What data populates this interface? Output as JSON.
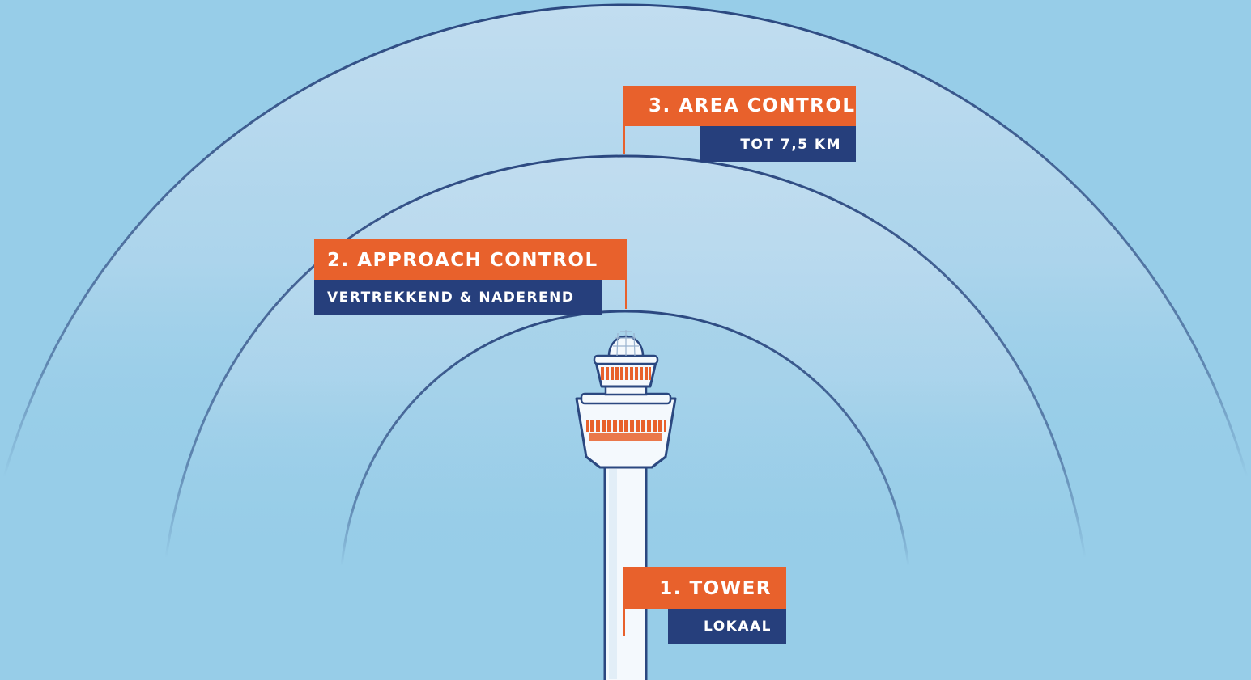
{
  "zones": {
    "area": {
      "title": "3. AREA CONTROL",
      "subtitle": "TOT 7,5 KM"
    },
    "approach": {
      "title": "2. APPROACH CONTROL",
      "subtitle": "VERTREKKEND & NADEREND"
    },
    "tower": {
      "title": "1. TOWER",
      "subtitle": "LOKAAL"
    }
  },
  "colors": {
    "background": "#97cde8",
    "zone_fill": "#c4def0",
    "ring_line": "#2b4880",
    "title_bg": "#e8612c",
    "subtitle_bg": "#263f7c",
    "tower_body": "#f4f9fd",
    "tower_outline": "#2b4880",
    "tower_windows": "#e8612c"
  },
  "icons": [
    "control-tower-icon",
    "radar-dome-icon"
  ]
}
